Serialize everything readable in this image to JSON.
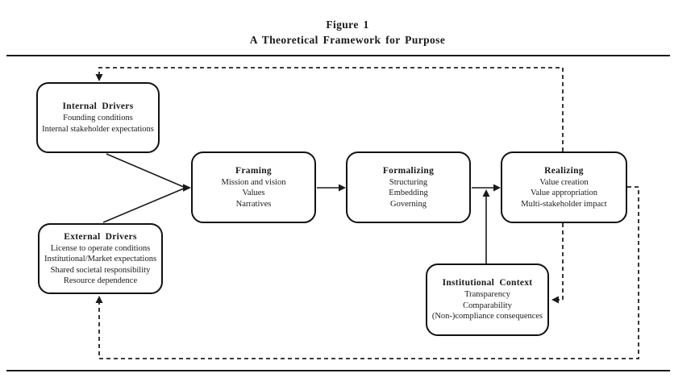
{
  "figure": {
    "label": "Figure 1",
    "title": "A Theoretical Framework for Purpose"
  },
  "colors": {
    "ink": "#1a1a1a",
    "paper": "#ffffff"
  },
  "boxes": {
    "internal_drivers": {
      "title": "Internal Drivers",
      "lines": [
        "Founding conditions",
        "Internal stakeholder expectations"
      ]
    },
    "external_drivers": {
      "title": "External Drivers",
      "lines": [
        "License to operate conditions",
        "Institutional/Market expectations",
        "Shared societal responsibility",
        "Resource dependence"
      ]
    },
    "framing": {
      "title": "Framing",
      "lines": [
        "Mission and vision",
        "Values",
        "Narratives"
      ]
    },
    "formalizing": {
      "title": "Formalizing",
      "lines": [
        "Structuring",
        "Embedding",
        "Governing"
      ]
    },
    "realizing": {
      "title": "Realizing",
      "lines": [
        "Value creation",
        "Value appropriation",
        "Multi-stakeholder impact"
      ]
    },
    "institutional_context": {
      "title": "Institutional Context",
      "lines": [
        "Transparency",
        "Comparability",
        "(Non-)compliance consequences"
      ]
    }
  },
  "connections": [
    {
      "from": "internal_drivers",
      "to": "framing",
      "style": "solid-arrow"
    },
    {
      "from": "external_drivers",
      "to": "framing",
      "style": "solid-arrow"
    },
    {
      "from": "framing",
      "to": "formalizing",
      "style": "solid-arrow"
    },
    {
      "from": "formalizing",
      "to": "realizing",
      "style": "solid-arrow"
    },
    {
      "from": "institutional_context",
      "to": "formalizing-realizing-arrow",
      "style": "solid-arrow"
    },
    {
      "from": "realizing",
      "to": "internal_drivers",
      "style": "dashed-feedback-arrow"
    },
    {
      "from": "realizing",
      "to": "institutional_context",
      "style": "dashed-feedback-arrow"
    },
    {
      "from": "realizing",
      "to": "external_drivers",
      "style": "dashed-feedback-arrow"
    }
  ]
}
